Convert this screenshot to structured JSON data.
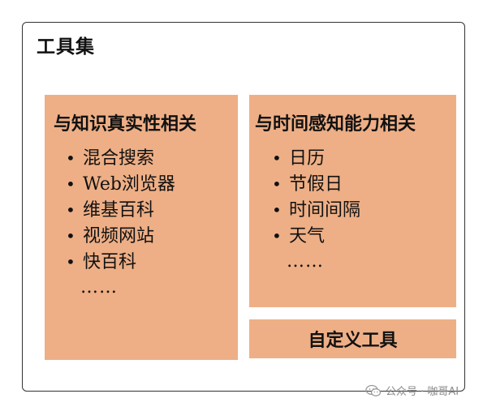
{
  "diagram": {
    "title": "工具集",
    "boxes": [
      {
        "heading": "与知识真实性相关",
        "items": [
          "混合搜索",
          "Web浏览器",
          "维基百科",
          "视频网站",
          "快百科"
        ],
        "ellipsis": "……"
      },
      {
        "heading": "与时间感知能力相关",
        "items": [
          "日历",
          "节假日",
          "时间间隔",
          "天气"
        ],
        "ellipsis": "……"
      }
    ],
    "custom_tools": "自定义工具",
    "bullet_glyph": "•"
  },
  "watermark": {
    "text": "公众号 · 咖哥AI",
    "icon": "wechat-icon"
  },
  "colors": {
    "box_fill": "#eeaf86",
    "frame_border": "#333333",
    "text": "#111111",
    "watermark": "#8a8a8a"
  }
}
